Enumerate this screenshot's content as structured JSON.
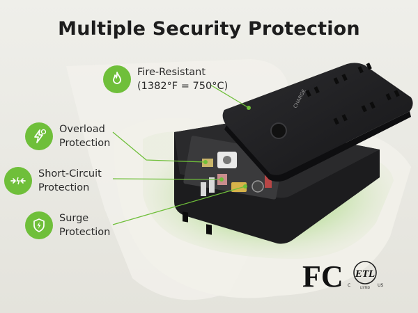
{
  "title": "Multiple Security Protection",
  "colors": {
    "accent": "#6fbf3a",
    "product": "#1f1f21",
    "background": "#ebebe5"
  },
  "features": [
    {
      "icon": "flame-icon",
      "line1": "Fire-Resistant",
      "line2": "(1382°F = 750°C)"
    },
    {
      "icon": "overload-icon",
      "line1": "Overload",
      "line2": "Protection"
    },
    {
      "icon": "short-circuit-icon",
      "line1": "Short-Circuit",
      "line2": "Protection"
    },
    {
      "icon": "surge-shield-icon",
      "line1": "Surge",
      "line2": "Protection"
    }
  ],
  "brand_mark": "CHARGE",
  "certifications": {
    "fcc": "FC",
    "etl": "ETL",
    "etl_left": "C",
    "etl_right": "US",
    "etl_bottom": "LISTED"
  }
}
